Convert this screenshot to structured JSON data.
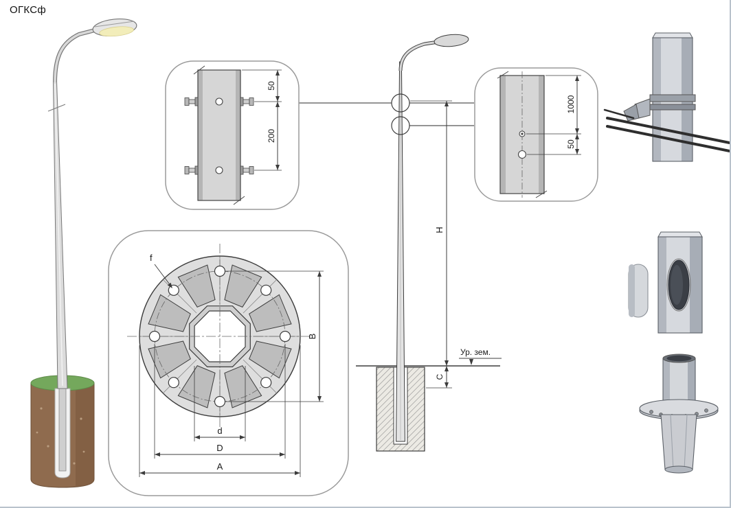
{
  "title": "ОГКСф",
  "detail_top": {
    "dim_top": "50",
    "dim_bottom": "200"
  },
  "detail_right": {
    "dim_top": "1000",
    "dim_bottom": "50"
  },
  "flange": {
    "label_f": "f",
    "dim_b": "B",
    "dim_d_lower": "d",
    "dim_d_upper": "D",
    "dim_a": "A"
  },
  "elevation": {
    "dim_h": "H",
    "dim_c": "C",
    "ground_label": "Ур. зем."
  },
  "colors": {
    "outline": "#3c3c3c",
    "callout_border": "#9a9a9a",
    "steel_light": "#dcdcdc",
    "plate": "#dedede",
    "gusset": "#bdbdbd",
    "foundation_brown": "#8f6b4e",
    "grass_green": "#74a85c",
    "lamp_glow": "#f2edba",
    "cable_dark": "#2e2e2e",
    "hole_dark": "#3b3f46"
  }
}
